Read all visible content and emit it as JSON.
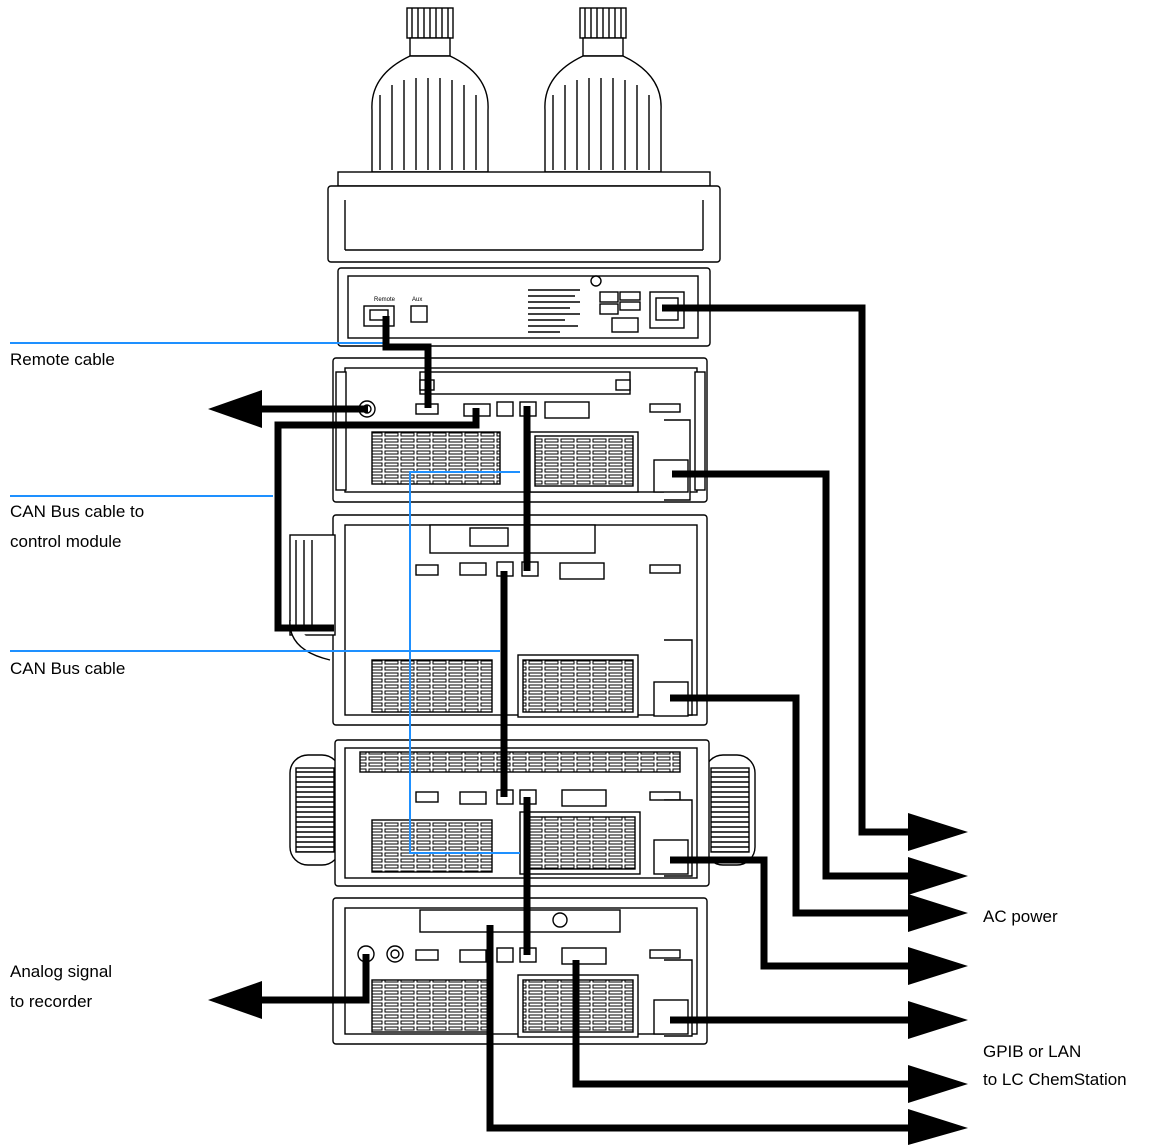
{
  "labels": {
    "remote_cable": "Remote cable",
    "can_bus_to_control_1": "CAN Bus cable to",
    "can_bus_to_control_2": "control module",
    "can_bus_cable": "CAN Bus cable",
    "analog_1": "Analog signal",
    "analog_2": "to recorder",
    "ac_power": "AC power",
    "gpib_1": "GPIB or LAN",
    "gpib_2": "to LC ChemStation"
  },
  "panel_text": {
    "remote": "Remote",
    "aux": "Aux"
  },
  "colors": {
    "cable": "#000000",
    "leader_line": "#1e90ff",
    "outline": "#000000"
  }
}
